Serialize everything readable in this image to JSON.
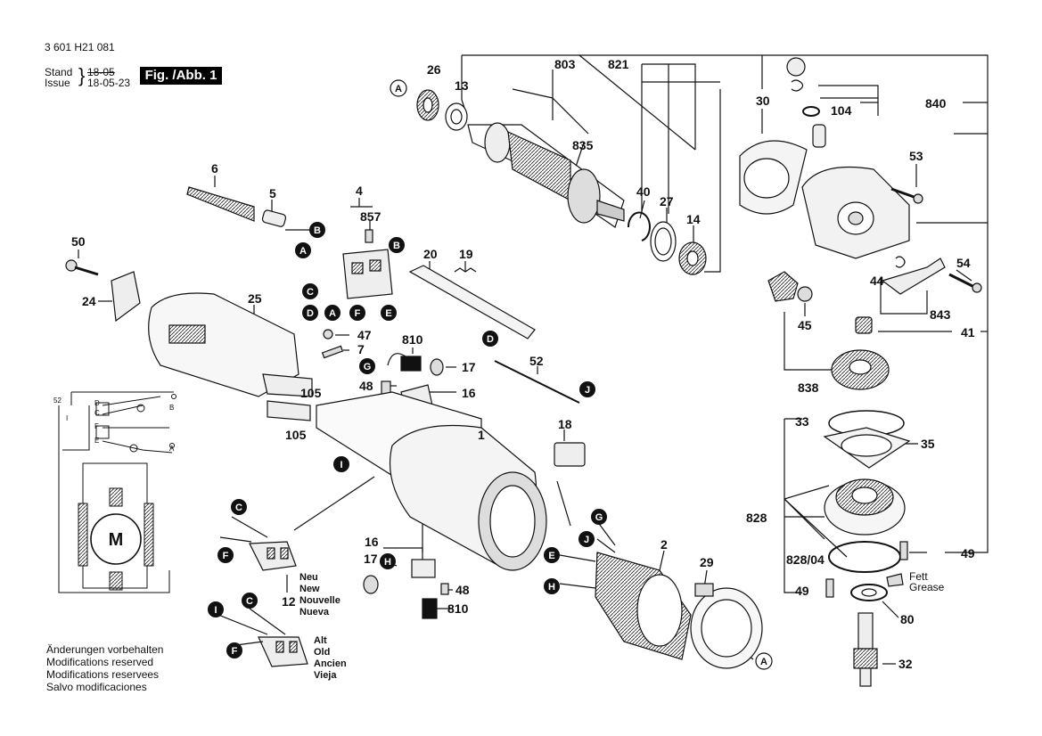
{
  "header": {
    "part_number": "3 601 H21 081",
    "stand_label": "Stand",
    "issue_label": "Issue",
    "stand_date_struck": "18-05",
    "issue_date": "18-05-23",
    "figure_label": "Fig. /Abb. 1"
  },
  "footer": {
    "notes": [
      "Änderungen vorbehalten",
      "Modifications reserved",
      "Modifications reservees",
      "Salvo modificaciones"
    ]
  },
  "legends": {
    "new": [
      "Neu",
      "New",
      "Nouvelle",
      "Nueva"
    ],
    "old": [
      "Alt",
      "Old",
      "Ancien",
      "Vieja"
    ],
    "grease": [
      "Fett",
      "Grease"
    ]
  },
  "part_labels": [
    {
      "id": "p26",
      "text": "26"
    },
    {
      "id": "p13",
      "text": "13"
    },
    {
      "id": "p803",
      "text": "803"
    },
    {
      "id": "p821",
      "text": "821"
    },
    {
      "id": "p840",
      "text": "840"
    },
    {
      "id": "p30",
      "text": "30"
    },
    {
      "id": "p104",
      "text": "104"
    },
    {
      "id": "p835",
      "text": "835"
    },
    {
      "id": "p53",
      "text": "53"
    },
    {
      "id": "p6",
      "text": "6"
    },
    {
      "id": "p5",
      "text": "5"
    },
    {
      "id": "p4",
      "text": "4"
    },
    {
      "id": "p857",
      "text": "857"
    },
    {
      "id": "p40",
      "text": "40"
    },
    {
      "id": "p27",
      "text": "27"
    },
    {
      "id": "p14",
      "text": "14"
    },
    {
      "id": "p50",
      "text": "50"
    },
    {
      "id": "p20",
      "text": "20"
    },
    {
      "id": "p19",
      "text": "19"
    },
    {
      "id": "p24",
      "text": "24"
    },
    {
      "id": "p25",
      "text": "25"
    },
    {
      "id": "p54",
      "text": "54"
    },
    {
      "id": "p44",
      "text": "44"
    },
    {
      "id": "p843",
      "text": "843"
    },
    {
      "id": "p45",
      "text": "45"
    },
    {
      "id": "p41",
      "text": "41"
    },
    {
      "id": "p47",
      "text": "47"
    },
    {
      "id": "p7",
      "text": "7"
    },
    {
      "id": "p810a",
      "text": "810"
    },
    {
      "id": "p52",
      "text": "52"
    },
    {
      "id": "p17a",
      "text": "17"
    },
    {
      "id": "p48a",
      "text": "48"
    },
    {
      "id": "p16a",
      "text": "16"
    },
    {
      "id": "p105a",
      "text": "105"
    },
    {
      "id": "p105b",
      "text": "105"
    },
    {
      "id": "p838",
      "text": "838"
    },
    {
      "id": "p1",
      "text": "1"
    },
    {
      "id": "p33",
      "text": "33"
    },
    {
      "id": "p35",
      "text": "35"
    },
    {
      "id": "p18",
      "text": "18"
    },
    {
      "id": "p828",
      "text": "828"
    },
    {
      "id": "p49a",
      "text": "49"
    },
    {
      "id": "p82804",
      "text": "828/04"
    },
    {
      "id": "p16b",
      "text": "16"
    },
    {
      "id": "p2",
      "text": "2"
    },
    {
      "id": "p29",
      "text": "29"
    },
    {
      "id": "p17b",
      "text": "17"
    },
    {
      "id": "p48b",
      "text": "48"
    },
    {
      "id": "p810b",
      "text": "810"
    },
    {
      "id": "p49b",
      "text": "49"
    },
    {
      "id": "p80",
      "text": "80"
    },
    {
      "id": "p12",
      "text": "12"
    },
    {
      "id": "p32",
      "text": "32"
    },
    {
      "id": "p52w",
      "text": "52"
    }
  ],
  "callouts": [
    {
      "id": "cA1",
      "text": "A"
    },
    {
      "id": "cB1",
      "text": "B"
    },
    {
      "id": "cA2",
      "text": "A"
    },
    {
      "id": "cB2",
      "text": "B"
    },
    {
      "id": "cC1",
      "text": "C"
    },
    {
      "id": "cD1",
      "text": "D"
    },
    {
      "id": "cA3",
      "text": "A"
    },
    {
      "id": "cF1",
      "text": "F"
    },
    {
      "id": "cE1",
      "text": "E"
    },
    {
      "id": "cD2",
      "text": "D"
    },
    {
      "id": "cG1",
      "text": "G"
    },
    {
      "id": "cJ1",
      "text": "J"
    },
    {
      "id": "cI1",
      "text": "I"
    },
    {
      "id": "cC2",
      "text": "C"
    },
    {
      "id": "cF2",
      "text": "F"
    },
    {
      "id": "cH1",
      "text": "H"
    },
    {
      "id": "cG2",
      "text": "G"
    },
    {
      "id": "cJ2",
      "text": "J"
    },
    {
      "id": "cE2",
      "text": "E"
    },
    {
      "id": "cH2",
      "text": "H"
    },
    {
      "id": "cA4",
      "text": "A"
    },
    {
      "id": "cI2",
      "text": "I"
    },
    {
      "id": "cC3",
      "text": "C"
    },
    {
      "id": "cF3",
      "text": "F"
    }
  ],
  "wiring": {
    "terminals": [
      "D",
      "C",
      "F",
      "E",
      "B",
      "A",
      "I"
    ],
    "motor_label": "M"
  },
  "colors": {
    "ink": "#111111",
    "paper": "#ffffff",
    "shade": "#9a9a9a"
  }
}
